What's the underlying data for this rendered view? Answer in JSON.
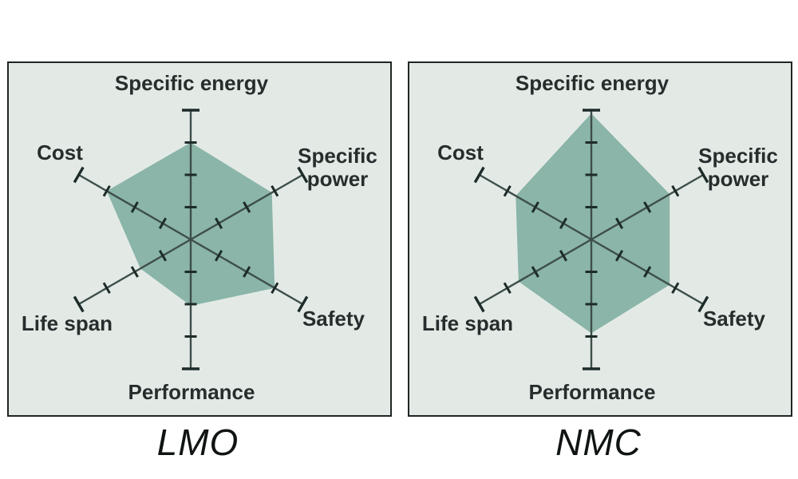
{
  "colors": {
    "page_bg": "#ffffff",
    "panel_bg": "#e3eae6",
    "panel_border": "#1f2726",
    "fill": "#8ab5a8",
    "axis": "#3e4e4a",
    "tick": "#1d2b29",
    "label": "#262e2d",
    "caption": "#101413"
  },
  "chart_data": [
    {
      "type": "radar",
      "title": "LMO",
      "categories": [
        "Specific energy",
        "Specific power",
        "Safety",
        "Performance",
        "Life span",
        "Cost"
      ],
      "values": [
        3.0,
        2.9,
        3.0,
        2.05,
        1.8,
        3.0
      ],
      "rlim": [
        0,
        4
      ],
      "ticks": [
        1,
        2,
        3,
        4
      ],
      "grid": false,
      "legend_position": "none"
    },
    {
      "type": "radar",
      "title": "NMC",
      "categories": [
        "Specific energy",
        "Specific power",
        "Safety",
        "Performance",
        "Life span",
        "Cost"
      ],
      "values": [
        3.9,
        2.8,
        2.8,
        2.9,
        2.6,
        2.7
      ],
      "rlim": [
        0,
        4
      ],
      "ticks": [
        1,
        2,
        3,
        4
      ],
      "grid": false,
      "legend_position": "none"
    }
  ]
}
